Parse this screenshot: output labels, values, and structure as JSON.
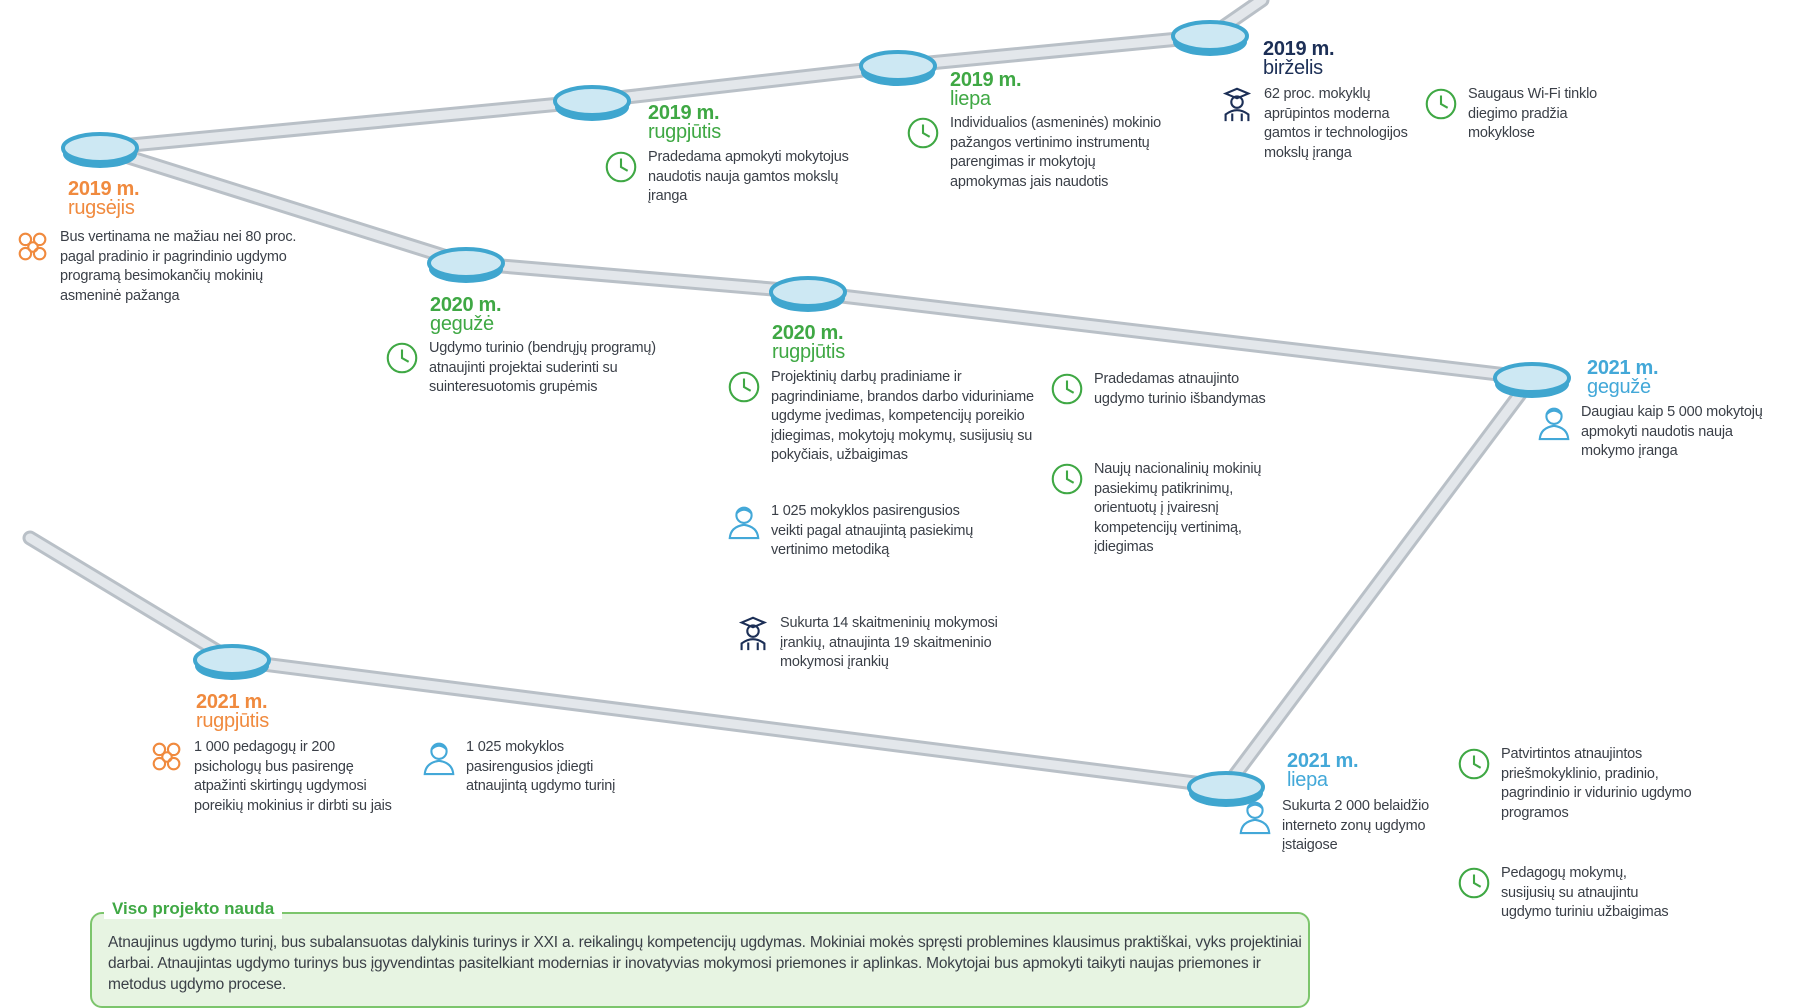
{
  "colors": {
    "road": "#d6dbe0",
    "road_edge": "#b9c0c7",
    "node_fill": "#cde8f3",
    "node_ring": "#3fa6cf",
    "orange": "#f08a3e",
    "green": "#3fa844",
    "navy": "#1c2f56",
    "blue": "#43a8d8",
    "benefit_border": "#7cc56c",
    "benefit_fill": "#e7f4e2"
  },
  "milestones": [
    {
      "year": "2019 m.",
      "month": "rugsėjis",
      "color": "orange",
      "items": [
        {
          "icon": "people-group-icon",
          "text": "Bus vertinama ne mažiau nei 80 proc. pagal pradinio ir pagrindinio ugdymo programą besimokančių mokinių asmeninė pažanga"
        }
      ]
    },
    {
      "year": "2019 m.",
      "month": "rugpjūtis",
      "color": "green",
      "items": [
        {
          "icon": "clock-icon",
          "text": "Pradedama apmokyti mokytojus naudotis nauja gamtos mokslų įranga"
        }
      ]
    },
    {
      "year": "2019 m.",
      "month": "liepa",
      "color": "green",
      "items": [
        {
          "icon": "clock-icon",
          "text": "Individualios (asmeninės) mokinio pažangos vertinimo instrumentų parengimas ir mokytojų apmokymas jais naudotis"
        }
      ]
    },
    {
      "year": "2019 m.",
      "month": "birželis",
      "color": "navy",
      "items": [
        {
          "icon": "student-icon",
          "text": "62 proc. mokyklų aprūpintos moderna gamtos ir technologijos mokslų įranga"
        },
        {
          "icon": "clock-icon",
          "text": "Saugaus Wi-Fi tinklo diegimo pradžia mokyklose"
        }
      ]
    },
    {
      "year": "2020 m.",
      "month": "gegužė",
      "color": "green",
      "items": [
        {
          "icon": "clock-icon",
          "text": "Ugdymo turinio (bendrųjų programų) atnaujinti projektai suderinti su suinteresuotomis grupėmis"
        }
      ]
    },
    {
      "year": "2020 m.",
      "month": "rugpjūtis",
      "color": "green",
      "items": [
        {
          "icon": "clock-icon",
          "text": "Projektinių darbų pradiniame ir pagrindiniame, brandos darbo viduriniame ugdyme įvedimas, kompetencijų poreikio įdiegimas, mokytojų mokymų, susijusių su pokyčiais, užbaigimas"
        },
        {
          "icon": "teacher-icon",
          "text": "1 025 mokyklos pasirengusios veikti pagal atnaujintą pasiekimų vertinimo metodiką"
        },
        {
          "icon": "student-icon",
          "text": "Sukurta 14 skaitmeninių mokymosi įrankių, atnaujinta 19 skaitmeninio mokymosi įrankių"
        },
        {
          "icon": "clock-icon",
          "text": "Pradedamas atnaujinto ugdymo turinio išbandymas"
        },
        {
          "icon": "clock-icon",
          "text": "Naujų nacionalinių mokinių pasiekimų patikrinimų, orientuotų į įvairesnį kompetencijų vertinimą, įdiegimas"
        }
      ]
    },
    {
      "year": "2021 m.",
      "month": "gegužė",
      "color": "blue",
      "items": [
        {
          "icon": "teacher-icon",
          "text": "Daugiau kaip 5 000 mokytojų apmokyti naudotis nauja mokymo įranga"
        }
      ]
    },
    {
      "year": "2021 m.",
      "month": "rugpjūtis",
      "color": "orange",
      "items": [
        {
          "icon": "people-group-icon",
          "text": "1 000 pedagogų ir 200 psichologų bus pasirengę atpažinti skirtingų ugdymosi poreikių mokinius ir dirbti su jais"
        },
        {
          "icon": "teacher-icon",
          "text": "1 025 mokyklos pasirengusios įdiegti atnaujintą ugdymo turinį"
        }
      ]
    },
    {
      "year": "2021 m.",
      "month": "liepa",
      "color": "blue",
      "items": [
        {
          "icon": "teacher-icon",
          "text": "Sukurta 2 000 belaidžio interneto zonų ugdymo įstaigose"
        },
        {
          "icon": "clock-icon",
          "text": "Patvirtintos atnaujintos priešmokyklinio, pradinio, pagrindinio ir vidurinio ugdymo programos"
        },
        {
          "icon": "clock-icon",
          "text": "Pedagogų mokymų, susijusių su atnaujintu ugdymo turiniu užbaigimas"
        }
      ]
    }
  ],
  "benefit": {
    "title": "Viso projekto nauda",
    "text": "Atnaujinus ugdymo turinį, bus subalansuotas dalykinis turinys ir XXI a. reikalingų kompetencijų ugdymas. Mokiniai mokės spręsti problemines klausimus praktiškai, vyks projektiniai darbai. Atnaujintas ugdymo turinys bus įgyvendintas pasitelkiant modernias ir inovatyvias mokymosi priemones ir aplinkas. Mokytojai bus apmokyti taikyti naujas priemones ir metodus ugdymo procese."
  }
}
